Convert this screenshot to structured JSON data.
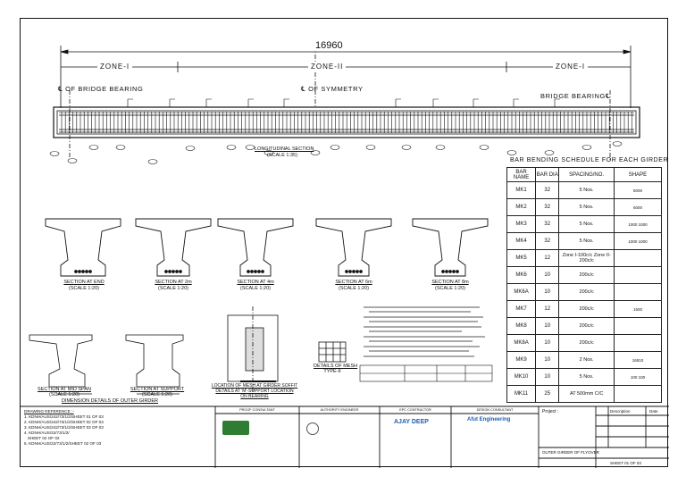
{
  "drawing": {
    "overall_dimension": "16960",
    "zones": [
      "ZONE-I",
      "ZONE-II",
      "ZONE-I"
    ],
    "left_bearing_label": "℄ OF BRIDGE BEARING",
    "symmetry_label": "℄ OF SYMMETRY",
    "right_bearing_label": "BRIDGE BEARING℄",
    "longitudinal_caption": "LONGITUDINAL SECTION",
    "longitudinal_scale": "(SCALE 1:35)"
  },
  "sections": [
    {
      "caption": "SECTION AT END",
      "scale": "(SCALE 1:20)"
    },
    {
      "caption": "SECTION AT 2m",
      "scale": "(SCALE 1:20)"
    },
    {
      "caption": "SECTION AT 4m",
      "scale": "(SCALE 1:20)"
    },
    {
      "caption": "SECTION AT 6m",
      "scale": "(SCALE 1:20)"
    },
    {
      "caption": "SECTION AT 8m",
      "scale": "(SCALE 1:20)"
    }
  ],
  "lower_details": {
    "mid_span": {
      "caption": "SECTION AT MID SPAN",
      "scale": "(SCALE 1:20)"
    },
    "support": {
      "caption": "SECTION AT SUPPORT",
      "scale": "(SCALE 1:20)"
    },
    "dimension_details": "DIMENSION DETAILS OF OUTER GIRDER",
    "mesh_location": [
      "LOCATION OF MESH AT GIRDER SOFFIT",
      "DETAILS AT 'M'-SUPPORT LOCATION",
      "ON BEARING"
    ],
    "mesh_details": "DETAILS OF MESH",
    "mesh_type": "TYPE-II"
  },
  "schedule": {
    "title": "BAR BENDING SCHEDULE FOR EACH GIRDER",
    "headers": [
      "BAR NAME",
      "BAR DIA",
      "SPACING/NO.",
      "SHAPE"
    ],
    "rows": [
      {
        "name": "MK1",
        "dia": "32",
        "spacing": "5 Nos.",
        "shape": "8000"
      },
      {
        "name": "MK2",
        "dia": "32",
        "spacing": "5 Nos.",
        "shape": "6000"
      },
      {
        "name": "MK3",
        "dia": "32",
        "spacing": "5 Nos.",
        "shape": "1000 1000"
      },
      {
        "name": "MK4",
        "dia": "32",
        "spacing": "5 Nos.",
        "shape": "1000 1000"
      },
      {
        "name": "MK5",
        "dia": "12",
        "spacing": "Zone I-100c/c Zone II-200c/c",
        "shape": ""
      },
      {
        "name": "MK6",
        "dia": "10",
        "spacing": "200c/c",
        "shape": ""
      },
      {
        "name": "MK6A",
        "dia": "10",
        "spacing": "200c/c",
        "shape": ""
      },
      {
        "name": "MK7",
        "dia": "12",
        "spacing": "200c/c",
        "shape": "1500"
      },
      {
        "name": "MK8",
        "dia": "10",
        "spacing": "200c/c",
        "shape": ""
      },
      {
        "name": "MK8A",
        "dia": "10",
        "spacing": "200c/c",
        "shape": ""
      },
      {
        "name": "MK9",
        "dia": "10",
        "spacing": "2 Nos.",
        "shape": "16810"
      },
      {
        "name": "MK10",
        "dia": "10",
        "spacing": "5 Nos.",
        "shape": "100 100"
      },
      {
        "name": "MK11",
        "dia": "25",
        "spacing": "AT 500mm C/C",
        "shape": ""
      }
    ]
  },
  "drawing_reference": {
    "title": "DRAWING REFERENCE :-",
    "items": [
      "1. KDNH/AUS/242/73/1/2/SHEET 01 OF 03",
      "2. KDNH/AUS/242/73/1/2/SHEET 02 OF 03",
      "3. KDNH/AUS/242/73/1/2/SHEET 03 OF 03",
      "4. KDNH/AUS/22/73/1/2/",
      "   SHEET 02 OF 02",
      "5. KDNH/AUS/22/73/1/2/SHEET 02 OF 03"
    ]
  },
  "title_block": {
    "proof_consultant": "PROOF CONSULTANT",
    "authority_engineer": "AUTHORITY ENGINEER",
    "epc_contractor": "EPC CONTRACTOR",
    "design_consultant": "DESIGN CONSULTANT",
    "epc_logo": "AJAY DEEP",
    "design_logo": "Afut Engineering",
    "project_label": "Project :",
    "description_header": "Description",
    "date_header": "Date",
    "sheet_title": "OUTER GIRDER OF FLYOVER",
    "sheet_number": "SHEET 01 OF 03"
  },
  "colors": {
    "ink": "#111111",
    "epc_logo": "#1d5fb0",
    "proof_logo": "#2e7d32"
  }
}
